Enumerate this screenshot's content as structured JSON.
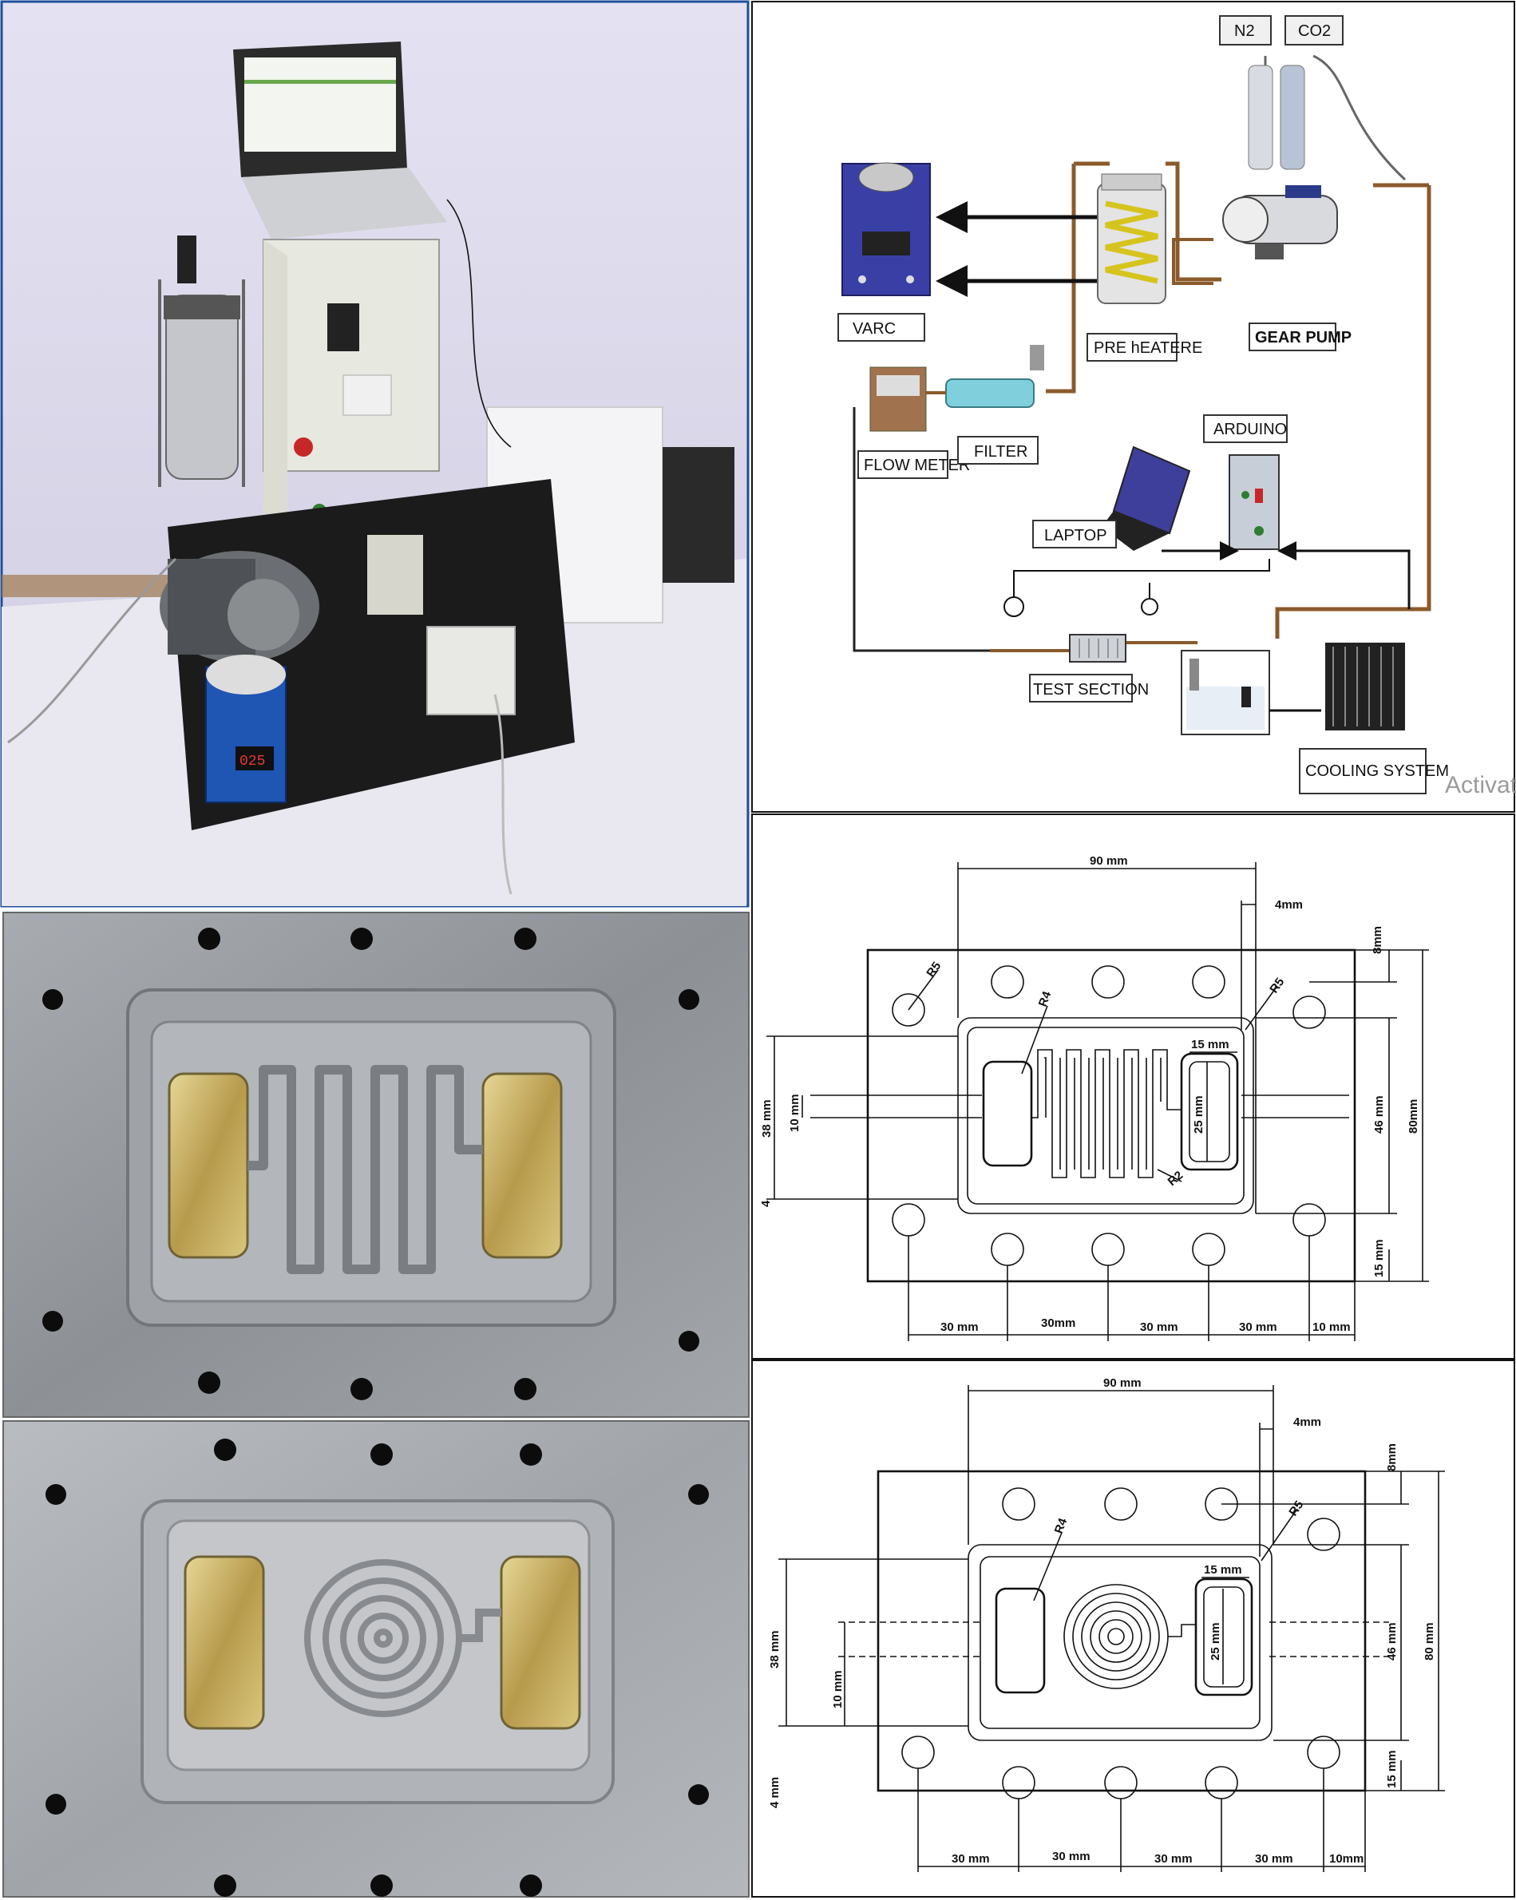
{
  "schematic": {
    "n2": "N2",
    "co2": "CO2",
    "varc": "VARC",
    "pre_heater": "PRE hEATERE",
    "gear_pump": "GEAR PUMP",
    "flow_meter": "FLOW METER",
    "filter": "FILTER",
    "arduino": "ARDUINO",
    "laptop": "LAPTOP",
    "test_section": "TEST SECTION",
    "cooling_system": "COOLING SYSTEM",
    "watermark": "Activat"
  },
  "drawing_serpentine": {
    "dim_90": "90 mm",
    "dim_4": "4mm",
    "dim_8": "8mm",
    "r5_left": "R5",
    "r5_right": "R5",
    "r4": "R4",
    "r2": "R2",
    "dim_15": "15 mm",
    "dim_38": "38 mm",
    "dim_10": "10 mm",
    "dim_25": "25 mm",
    "dim_46": "46 mm",
    "dim_80": "80mm",
    "dim_4_left": "4",
    "dim_15_right": "15 mm",
    "bottom": [
      "30 mm",
      "30mm",
      "30 mm",
      "30 mm",
      "10 mm"
    ]
  },
  "drawing_spiral": {
    "dim_90": "90 mm",
    "dim_4": "4mm",
    "dim_8": "8mm",
    "r4": "R4",
    "r5": "R5",
    "dim_15": "15 mm",
    "dim_38": "38 mm",
    "dim_10": "10 mm",
    "dim_25": "25 mm",
    "dim_46": "46 mm",
    "dim_80": "80 mm",
    "dim_4_left": "4 mm",
    "dim_15_right": "15 mm",
    "bottom": [
      "30 mm",
      "30 mm",
      "30 mm",
      "30 mm",
      "10mm"
    ]
  },
  "colors": {
    "frame_blue": "#1f4e9a",
    "pipe_brown": "#8b5a2b",
    "plate_metal": "#9a9ea3",
    "brass": "#c9b26a"
  }
}
